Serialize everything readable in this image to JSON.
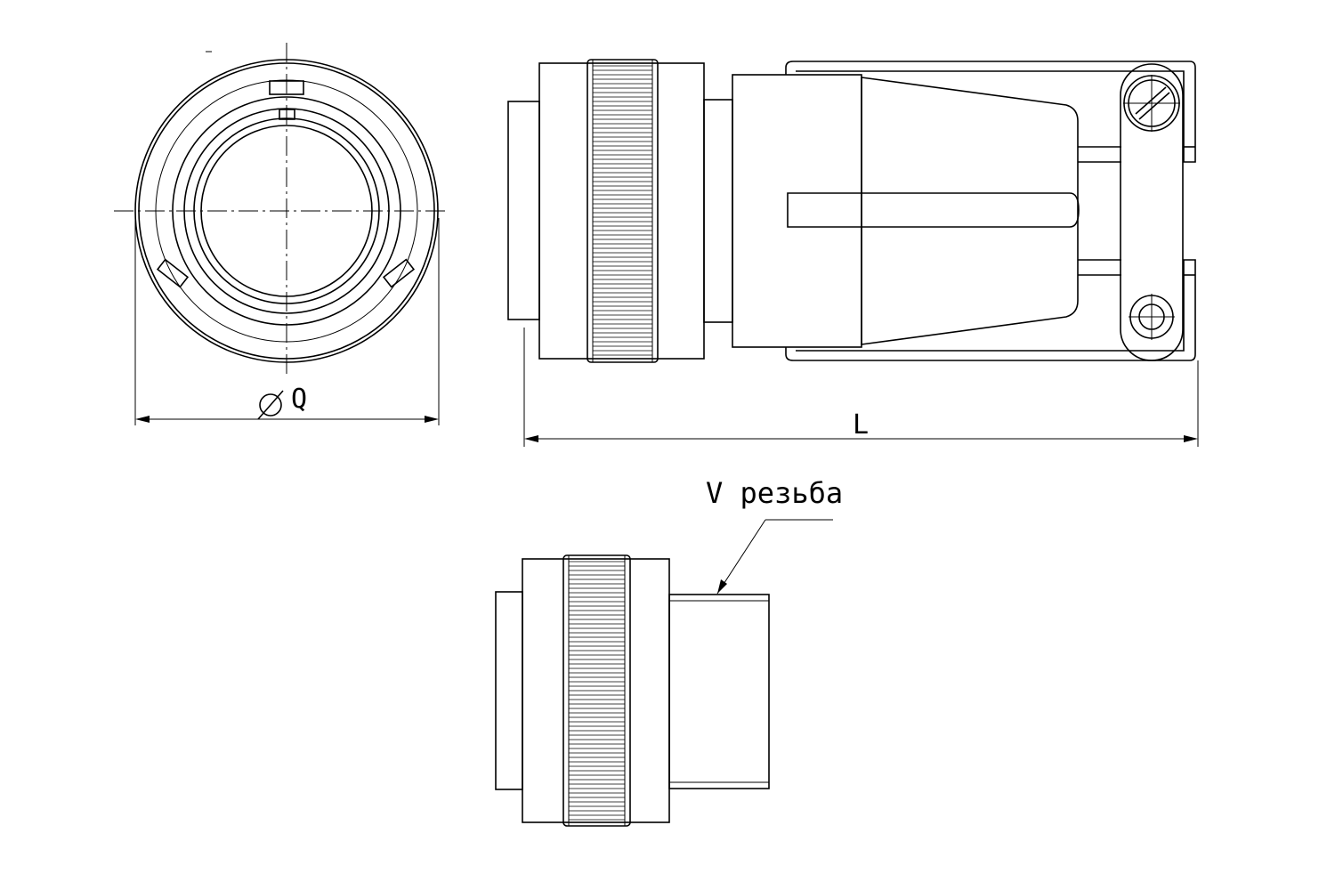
{
  "labels": {
    "diameter": "Q",
    "length": "L",
    "thread": "V резьба"
  },
  "colors": {
    "line": "#000000",
    "background": "#ffffff"
  },
  "icons": {
    "diameter_symbol": "diameter-icon"
  }
}
